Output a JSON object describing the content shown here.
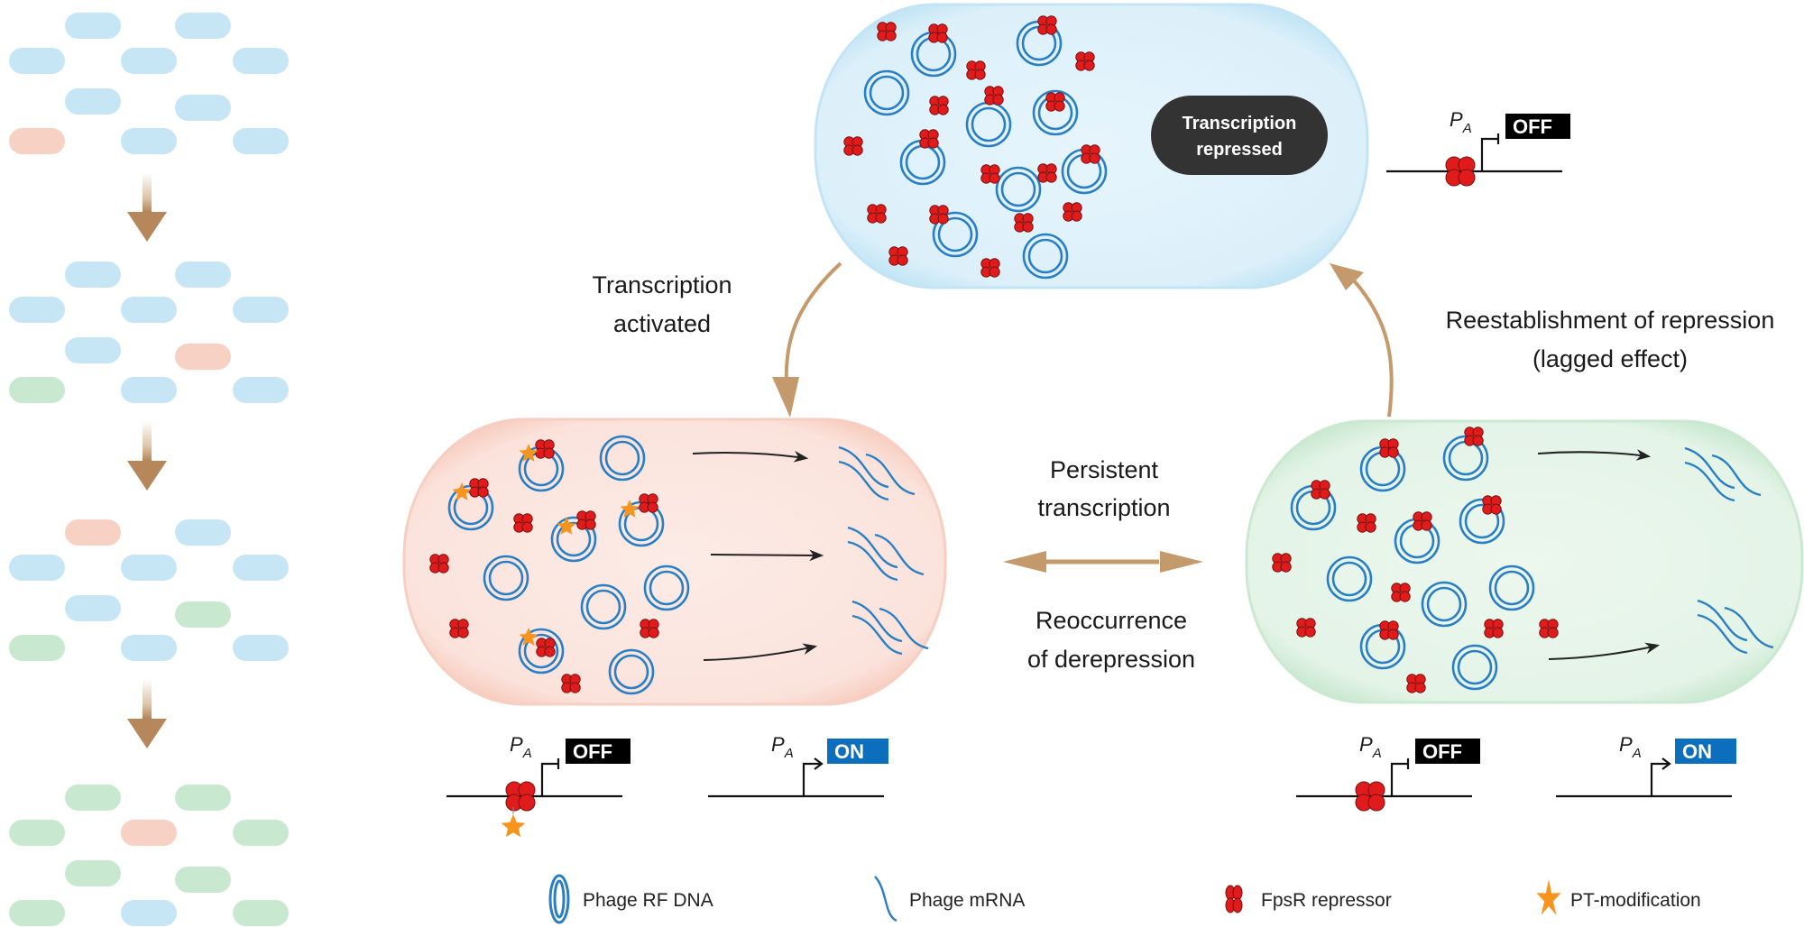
{
  "colors": {
    "blue_cell": "#cde9f7",
    "red_cell": "#f8cfc3",
    "green_cell": "#c8e8cf",
    "arrow_brown": "#c49a6c",
    "dna_blue": "#2a7fc4",
    "repressor_red": "#e01b1b",
    "star_orange": "#f7941d",
    "off_black": "#000000",
    "on_blue": "#0b6fbd",
    "pill_dark": "#333333"
  },
  "population": {
    "stages": [
      {
        "cells": [
          "blue",
          "blue",
          "blue",
          "blue",
          "blue",
          "blue",
          "blue",
          "red",
          "blue",
          "blue"
        ]
      },
      {
        "cells": [
          "blue",
          "blue",
          "blue",
          "blue",
          "blue",
          "blue",
          "red",
          "green",
          "blue",
          "blue"
        ]
      },
      {
        "cells": [
          "red",
          "blue",
          "blue",
          "blue",
          "blue",
          "blue",
          "green",
          "green",
          "blue",
          "blue"
        ]
      },
      {
        "cells": [
          "green",
          "green",
          "green",
          "red",
          "green",
          "green",
          "green",
          "green",
          "blue",
          "green"
        ]
      }
    ]
  },
  "top_cell": {
    "state": "repressed",
    "badge_line1": "Transcription",
    "badge_line2": "repressed",
    "promoter": {
      "label": "P",
      "subscript": "A",
      "status": "OFF"
    }
  },
  "left_cell": {
    "state": "derepressed",
    "promoter_off": {
      "label": "P",
      "subscript": "A",
      "status": "OFF"
    },
    "promoter_on": {
      "label": "P",
      "subscript": "A",
      "status": "ON"
    }
  },
  "right_cell": {
    "state": "partially-derepressed",
    "promoter_off": {
      "label": "P",
      "subscript": "A",
      "status": "OFF"
    },
    "promoter_on": {
      "label": "P",
      "subscript": "A",
      "status": "ON"
    }
  },
  "transitions": {
    "activated_line1": "Transcription",
    "activated_line2": "activated",
    "reestablish_line1": "Reestablishment of repression",
    "reestablish_line2": "(lagged effect)",
    "persistent_line1": "Persistent",
    "persistent_line2": "transcription",
    "reoccur_line1": "Reoccurrence",
    "reoccur_line2": "of derepression"
  },
  "legend": [
    {
      "icon": "phage-rf-dna-icon",
      "label": "Phage RF DNA"
    },
    {
      "icon": "phage-mrna-icon",
      "label": "Phage mRNA"
    },
    {
      "icon": "fpsr-repressor-icon",
      "label": "FpsR repressor"
    },
    {
      "icon": "pt-modification-icon",
      "label": "PT-modification"
    }
  ]
}
